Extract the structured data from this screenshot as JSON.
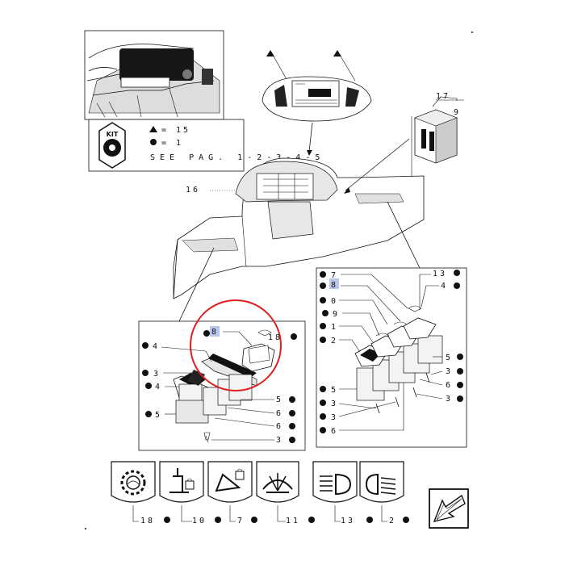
{
  "kit_legend": {
    "kit_badge": "KIT",
    "triangle_qty": "=  15",
    "dot_qty": "=  1",
    "see_page": "SEE PAG. 1-2-3-4-5"
  },
  "overview": {
    "console_ref": "16",
    "box_ref": "17",
    "box_sub_ref": "9"
  },
  "left_panel": {
    "refs": {
      "r8": "8",
      "r18": "18",
      "r4a": "4",
      "r3a": "3",
      "r4b": "4",
      "r5a": "5",
      "r5b": "5",
      "r6a": "6",
      "r6b": "6",
      "r3b": "3"
    }
  },
  "right_panel": {
    "refs": {
      "r7": "7",
      "r8": "8",
      "r0": "0",
      "r9": "9",
      "r1": "1",
      "r2": "2",
      "r13": "13",
      "r4": "4",
      "r5a": "5",
      "r3a": "3",
      "r6a": "6",
      "r3b": "3",
      "r5b": "5",
      "r3c": "3",
      "r3d": "3",
      "r6b": "6"
    }
  },
  "function_icons": [
    {
      "name": "gear-function",
      "ref": "18"
    },
    {
      "name": "lift-lock-function",
      "ref": "10"
    },
    {
      "name": "bucket-lock-function",
      "ref": "7"
    },
    {
      "name": "wiper-function",
      "ref": "11"
    },
    {
      "name": "high-beam-function",
      "ref": "13"
    },
    {
      "name": "low-beam-function",
      "ref": "2"
    }
  ],
  "colors": {
    "highlight": "#b8c6ea",
    "callout_circle": "#e02020",
    "ink": "#111111"
  },
  "icons": [
    "triangle-marker-icon",
    "dot-marker-icon",
    "kit-icon",
    "next-page-arrow-icon"
  ]
}
